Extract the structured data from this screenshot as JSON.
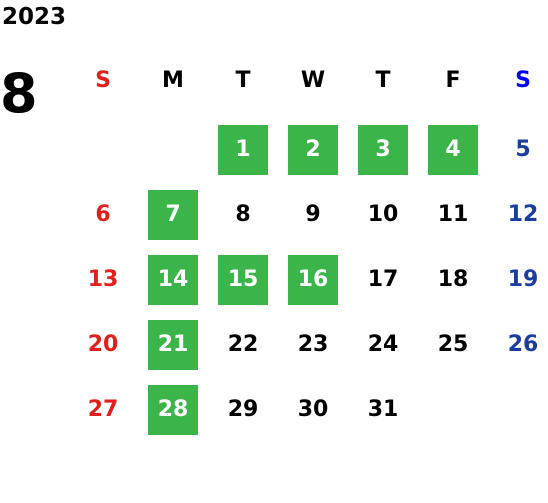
{
  "calendar": {
    "year": "2023",
    "month": "8",
    "colors": {
      "sunday": "#e0201c",
      "saturday": "#1a3d9e",
      "saturday_header": "#0000ff",
      "weekday": "#000000",
      "highlight_bg": "#3bb54a",
      "highlight_text": "#ffffff"
    },
    "weekdays": [
      {
        "label": "S",
        "kind": "sunday"
      },
      {
        "label": "M",
        "kind": "weekday"
      },
      {
        "label": "T",
        "kind": "weekday"
      },
      {
        "label": "W",
        "kind": "weekday"
      },
      {
        "label": "T",
        "kind": "weekday"
      },
      {
        "label": "F",
        "kind": "weekday"
      },
      {
        "label": "S",
        "kind": "saturday"
      }
    ],
    "weeks": [
      [
        null,
        null,
        {
          "day": "1",
          "highlighted": true
        },
        {
          "day": "2",
          "highlighted": true
        },
        {
          "day": "3",
          "highlighted": true
        },
        {
          "day": "4",
          "highlighted": true
        },
        {
          "day": "5",
          "highlighted": false
        }
      ],
      [
        {
          "day": "6",
          "highlighted": false
        },
        {
          "day": "7",
          "highlighted": true
        },
        {
          "day": "8",
          "highlighted": false
        },
        {
          "day": "9",
          "highlighted": false
        },
        {
          "day": "10",
          "highlighted": false
        },
        {
          "day": "11",
          "highlighted": false
        },
        {
          "day": "12",
          "highlighted": false
        }
      ],
      [
        {
          "day": "13",
          "highlighted": false
        },
        {
          "day": "14",
          "highlighted": true
        },
        {
          "day": "15",
          "highlighted": true
        },
        {
          "day": "16",
          "highlighted": true
        },
        {
          "day": "17",
          "highlighted": false
        },
        {
          "day": "18",
          "highlighted": false
        },
        {
          "day": "19",
          "highlighted": false
        }
      ],
      [
        {
          "day": "20",
          "highlighted": false
        },
        {
          "day": "21",
          "highlighted": true
        },
        {
          "day": "22",
          "highlighted": false
        },
        {
          "day": "23",
          "highlighted": false
        },
        {
          "day": "24",
          "highlighted": false
        },
        {
          "day": "25",
          "highlighted": false
        },
        {
          "day": "26",
          "highlighted": false
        }
      ],
      [
        {
          "day": "27",
          "highlighted": false
        },
        {
          "day": "28",
          "highlighted": true
        },
        {
          "day": "29",
          "highlighted": false
        },
        {
          "day": "30",
          "highlighted": false
        },
        {
          "day": "31",
          "highlighted": false
        },
        null,
        null
      ]
    ]
  }
}
